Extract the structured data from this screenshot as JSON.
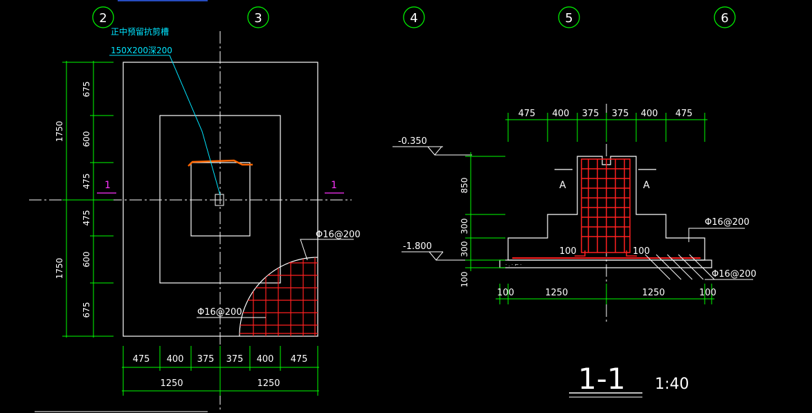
{
  "colors": {
    "background": "#000000",
    "outline": "#ffffff",
    "dimension": "#00ff00",
    "rebar": "#ff2020",
    "note": "#00e5ff",
    "section_mark": "#ff33ff",
    "highlight": "#ff6600"
  },
  "grid_axes": [
    "2",
    "3",
    "4",
    "5",
    "6"
  ],
  "plan": {
    "note_line1": "正中预留抗剪槽",
    "note_line2": "150X200深200",
    "section_left": "1",
    "section_right": "1",
    "rebar_right": "Φ16@200",
    "rebar_bottom": "Φ16@200",
    "dims_top_total": "1750",
    "dims_bottom_total": "1750",
    "dims_left": [
      "675",
      "600",
      "475",
      "475",
      "600",
      "675"
    ],
    "dims_bottom_row1": [
      "475",
      "400",
      "375",
      "375",
      "400",
      "475"
    ],
    "dims_bottom_row2": [
      "1250",
      "1250"
    ]
  },
  "section": {
    "dims_top": [
      "475",
      "400",
      "375",
      "375",
      "400",
      "475"
    ],
    "elev_top": "-0.350",
    "elev_bottom": "-1.800",
    "dims_left": [
      "850",
      "300",
      "300",
      "100"
    ],
    "cut_left": "A",
    "cut_right": "A",
    "cover_left": "100",
    "cover_right": "100",
    "rebar_top": "Φ16@200",
    "rebar_bottom": "Φ16@200",
    "dims_bottom": [
      "100",
      "1250",
      "1250",
      "100"
    ],
    "title": "1-1",
    "scale": "1:40"
  }
}
